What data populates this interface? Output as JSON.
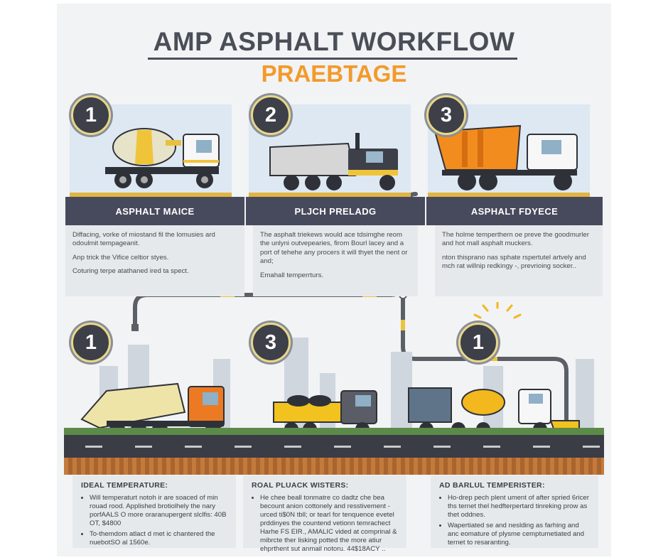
{
  "header": {
    "title": "AMP ASPHALT WORKFLOW",
    "subtitle": "PRAEBTAGE"
  },
  "steps": [
    {
      "number": "1",
      "label": "ASPHALT MAICE",
      "lines": [
        "Diffacing, vorke of miostand fil the lomusies ard odoulmit tempageanit.",
        "Anp trick the Vifice celtior styes.",
        "Coturing terpe atathaned ired ta spect."
      ]
    },
    {
      "number": "2",
      "label": "PLJCH PRELADG",
      "lines": [
        "The asphalt triekews would ace tdsimghe reom the unlyni outvepearies, firom Bourl lacey and a port of tehehe any procers it will thyet the nent or and;",
        "Emahall temperrturs."
      ]
    },
    {
      "number": "3",
      "label": "ASPHALT FDYECE",
      "lines": [
        "The holme temperthern oe preve the goodmurler and hot mall asphalt muckers.",
        "nton thisprano nas sphate rspertutel artvely and mch rat willnip redkingy -, prevrioing socker.."
      ]
    }
  ],
  "stage2": {
    "badges": [
      "1",
      "3",
      "1"
    ]
  },
  "info_boxes": [
    {
      "heading": "IDEAL TEMPERATURE:",
      "bullets": [
        "Will temperaturt notoh ir are soaced of min rouad rood. Applished brotiolhely the nary porfAALS O more oraranupergent slclfis: 40B OT, $4800",
        "To-themdom atlact d met ic chantered the nuebotSO al 1560e."
      ]
    },
    {
      "heading": "ROAL PLUACK WISTERS:",
      "bullets": [
        "He chee beall tonmatre co dadtz che bea becount anion cottonely and resstivement - urced ti$0N tbll; or tearl for tenquence evetel prddinyes the countend vetionn temrachect Harhe FS EIR., AMALIC vided at comprinal & mibrcte ther lisking potted the more atiur ehprthent sut anmail notoru. 44$18ACY .."
      ]
    },
    {
      "heading": "AD BARLUL TEMPERISTER:",
      "bullets": [
        "Ho-drep pech plent ument of after spried 6ricer ths ternet thel hedfterpertard tinreking prow as thet oddnes.",
        "Wapertiated se and neslding as farhing and anc eomature of plysme cemptumetiated and ternet to resaranting."
      ]
    }
  ],
  "colors": {
    "accent_orange": "#f39a2b",
    "label_bar": "#474a5c",
    "road_line_yellow": "#e9c53a",
    "pipe_gray": "#5b5f66"
  }
}
